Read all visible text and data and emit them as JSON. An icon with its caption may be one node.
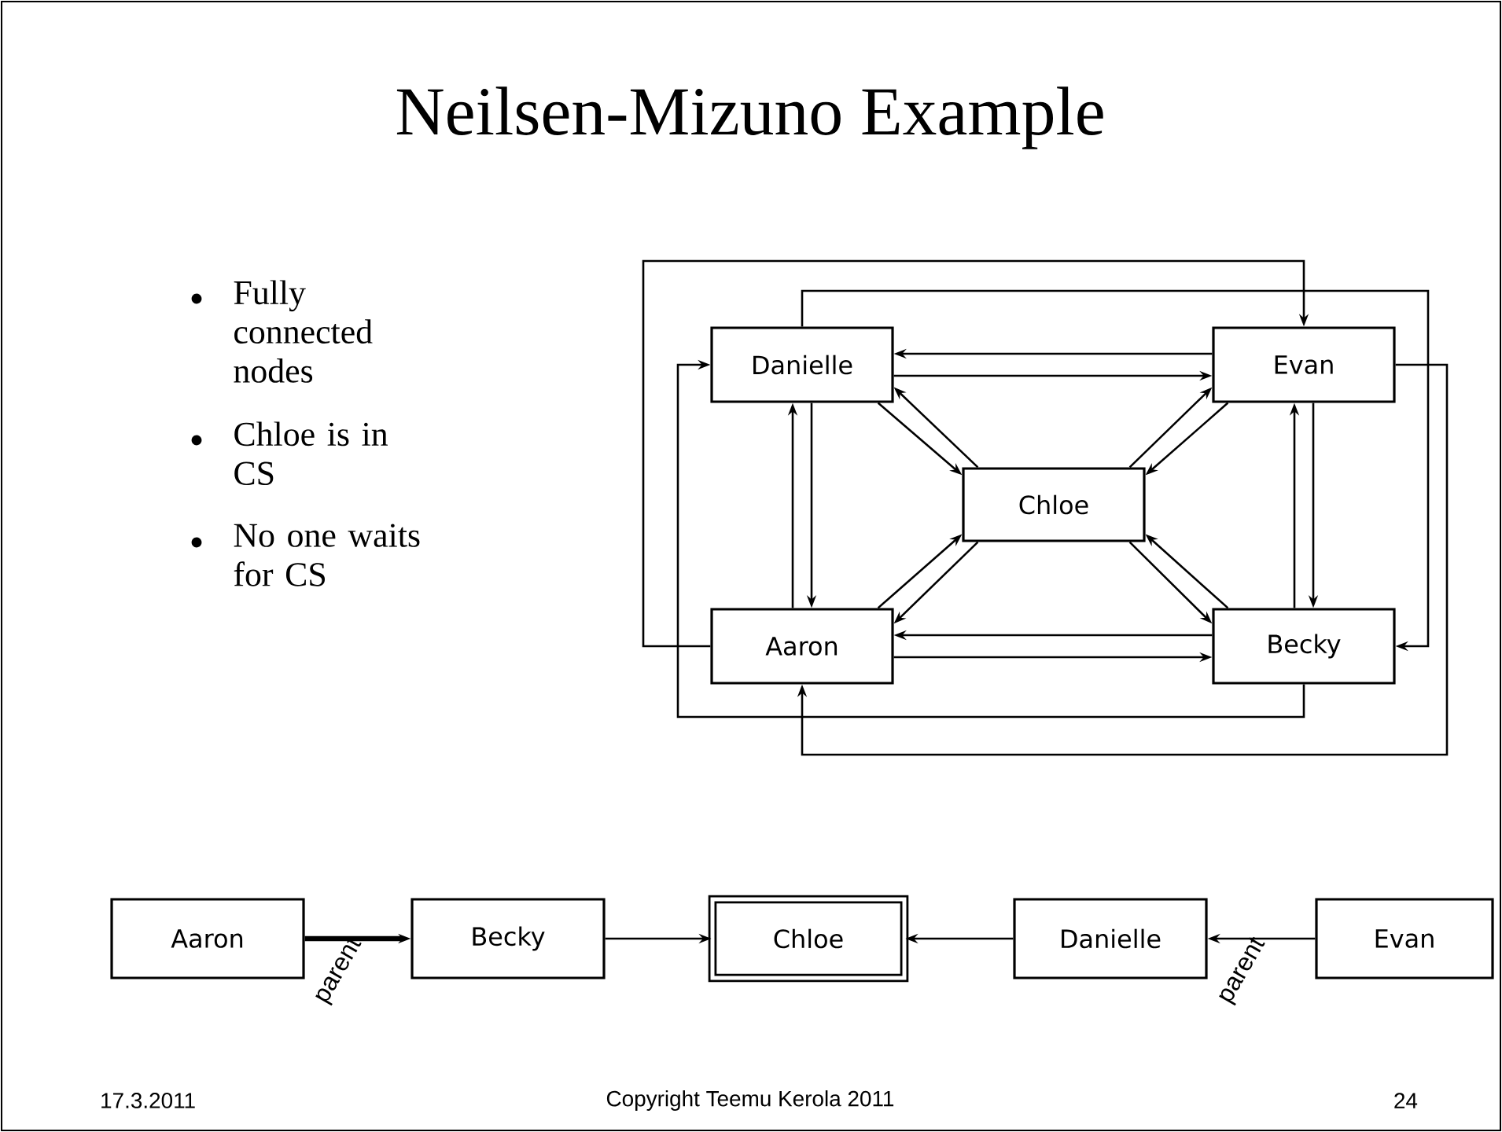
{
  "diagram": {
    "title": "Neilsen-Mizuno Example",
    "nodes": [
      {
        "text": [
          "Danielle"
        ]
      },
      {
        "text": [
          "Evan"
        ]
      },
      {
        "text": [
          "Chloe"
        ]
      },
      {
        "text": [
          "Aaron"
        ]
      },
      {
        "text": [
          "Becky"
        ]
      },
      {
        "text": [
          "Aaron"
        ]
      },
      {
        "text": [
          "Becky"
        ]
      },
      {
        "text": [
          "Chloe"
        ]
      },
      {
        "text": [
          "Danielle"
        ]
      },
      {
        "text": [
          "Evan"
        ]
      }
    ],
    "edges": [
      {
        "from": 1,
        "to": 0,
        "arrow": "to"
      },
      {
        "from": 0,
        "to": 1,
        "arrow": "to"
      },
      {
        "from": 4,
        "to": 3,
        "arrow": "to"
      },
      {
        "from": 3,
        "to": 4,
        "arrow": "to"
      },
      {
        "from": 3,
        "to": 0,
        "arrow": "to"
      },
      {
        "from": 0,
        "to": 3,
        "arrow": "to"
      },
      {
        "from": 4,
        "to": 1,
        "arrow": "to"
      },
      {
        "from": 1,
        "to": 4,
        "arrow": "to"
      },
      {
        "from": 0,
        "to": 2,
        "arrow": "to"
      },
      {
        "from": 2,
        "to": 0,
        "arrow": "to"
      },
      {
        "from": 2,
        "to": 1,
        "arrow": "to"
      },
      {
        "from": 1,
        "to": 2,
        "arrow": "to"
      },
      {
        "from": 3,
        "to": 2,
        "arrow": "to"
      },
      {
        "from": 2,
        "to": 3,
        "arrow": "to"
      },
      {
        "from": 2,
        "to": 4,
        "arrow": "to"
      },
      {
        "from": 4,
        "to": 2,
        "arrow": "to"
      },
      {
        "from": 3,
        "to": 1,
        "arrow": "to"
      },
      {
        "from": 0,
        "to": 4,
        "arrow": "to"
      },
      {
        "from": 4,
        "to": 0,
        "arrow": "to"
      },
      {
        "from": 1,
        "to": 3,
        "arrow": "to"
      },
      {
        "from": 5,
        "to": 6,
        "arrow": "to",
        "style": "thick",
        "label": "parent"
      },
      {
        "from": 6,
        "to": 7,
        "arrow": "to"
      },
      {
        "from": 8,
        "to": 7,
        "arrow": "to"
      },
      {
        "from": 9,
        "to": 8,
        "arrow": "to",
        "label": "parent"
      }
    ],
    "labels": [
      "Fully connected nodes",
      "Chloe is in CS",
      "No one waits for CS",
      "17.3.2011",
      "Copyright Teemu Kerola 2011",
      "24"
    ]
  }
}
